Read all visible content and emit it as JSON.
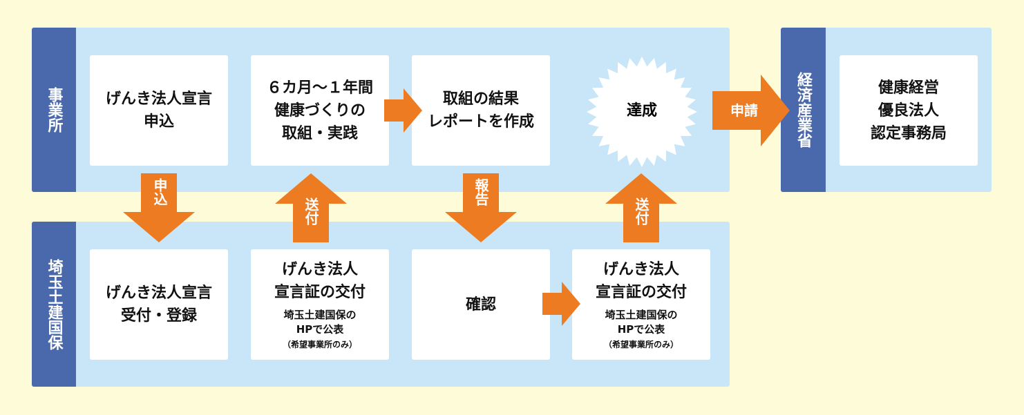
{
  "colors": {
    "background": "#fefbd8",
    "panel": "#c9e6f8",
    "label": "#4a68ac",
    "arrow": "#ec7b22",
    "box": "#ffffff"
  },
  "rows": {
    "top_label": "事業所",
    "bottom_label": "埼玉土建国保",
    "ministry_label": "経済産業省"
  },
  "top_boxes": {
    "apply": [
      "げんき法人宣言",
      "申込"
    ],
    "practice": [
      "６カ月～１年間",
      "健康づくりの",
      "取組・実践"
    ],
    "report": [
      "取組の結果",
      "レポートを作成"
    ],
    "achieve": "達成",
    "office": [
      "健康経営",
      "優良法人",
      "認定事務局"
    ]
  },
  "bottom_boxes": {
    "receive": [
      "げんき法人宣言",
      "受付・登録"
    ],
    "issue1": {
      "title": [
        "げんき法人",
        "宣言証の交付"
      ],
      "note": [
        "埼玉土建国保の",
        "HPで公表"
      ],
      "sub": "（希望事業所のみ）"
    },
    "confirm": "確認",
    "issue2": {
      "title": [
        "げんき法人",
        "宣言証の交付"
      ],
      "note": [
        "埼玉土建国保の",
        "HPで公表"
      ],
      "sub": "（希望事業所のみ）"
    }
  },
  "arrows": {
    "apply_down": "申込",
    "send_up_1": "送付",
    "report_down": "報告",
    "send_up_2": "送付",
    "request": "申請"
  }
}
